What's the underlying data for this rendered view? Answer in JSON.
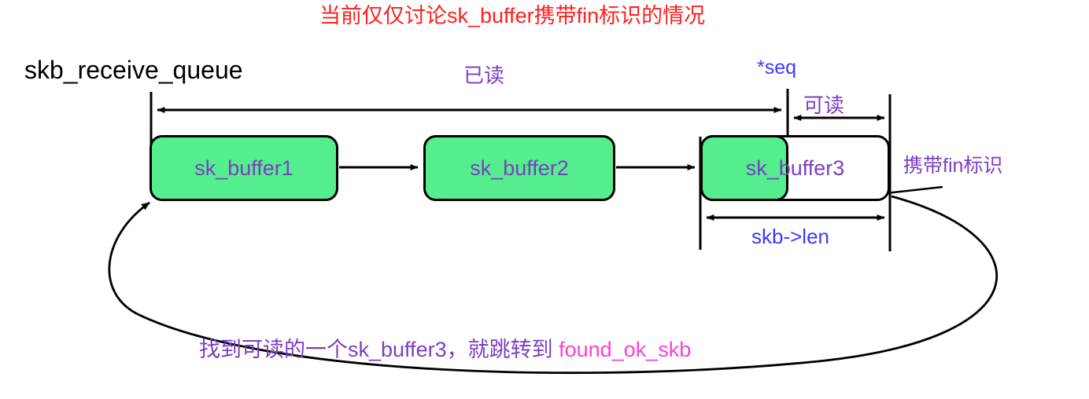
{
  "diagram": {
    "type": "linux-kernel-skb-receive-queue-diagram",
    "title": "当前仅仅讨论sk_buffer携带fin标识的情况",
    "queue_label": "skb_receive_queue",
    "caption": {
      "text": "找到可读的一个sk_buffer3，就跳转到 ",
      "accent": "found_ok_skb"
    },
    "buffers": [
      {
        "label": "sk_buffer1",
        "state": "read",
        "fill": "#55EE8F"
      },
      {
        "label": "sk_buffer2",
        "state": "read",
        "fill": "#55EE8F"
      },
      {
        "label": "sk_buffer3",
        "state": "partially-read",
        "fill": "#FFFFFF",
        "read_fill": "#55EE8F"
      }
    ],
    "annotations": {
      "read_span": "已读",
      "seq_pointer": "*seq",
      "readable_span": "可读",
      "skb_len": "skb->len",
      "fin_flag": "携带fin标识"
    },
    "colors": {
      "title_red": "#FF2020",
      "purple": "#7B3FBF",
      "blue": "#3A3AFF",
      "magenta": "#FF3FD0",
      "green": "#55EE8F",
      "black": "#000000",
      "background": "#FFFFFF"
    }
  }
}
